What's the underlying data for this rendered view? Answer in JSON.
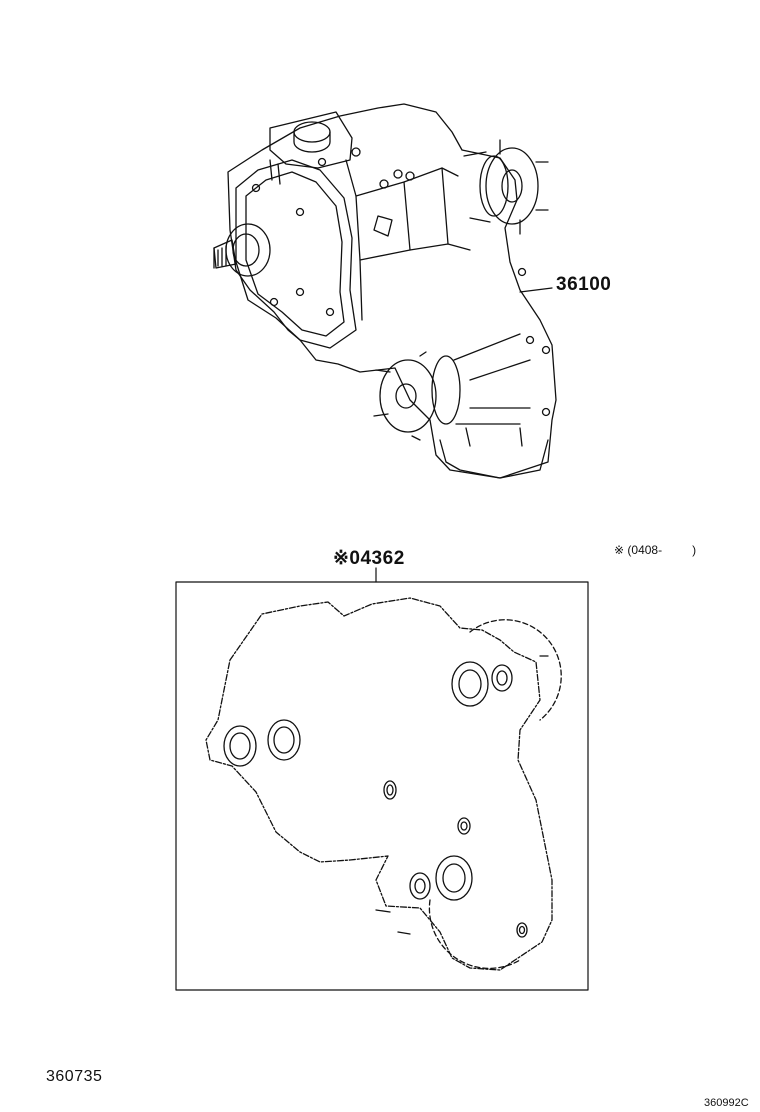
{
  "parts": {
    "transfer_assembly": {
      "number": "36100"
    },
    "gasket_kit": {
      "number": "※04362"
    }
  },
  "note": {
    "mark": "※",
    "open": "(",
    "code": "0408-",
    "close": ")"
  },
  "figure": {
    "left_code": "360735",
    "right_code": "360992C"
  },
  "colors": {
    "ink": "#111111",
    "paper": "#ffffff"
  }
}
